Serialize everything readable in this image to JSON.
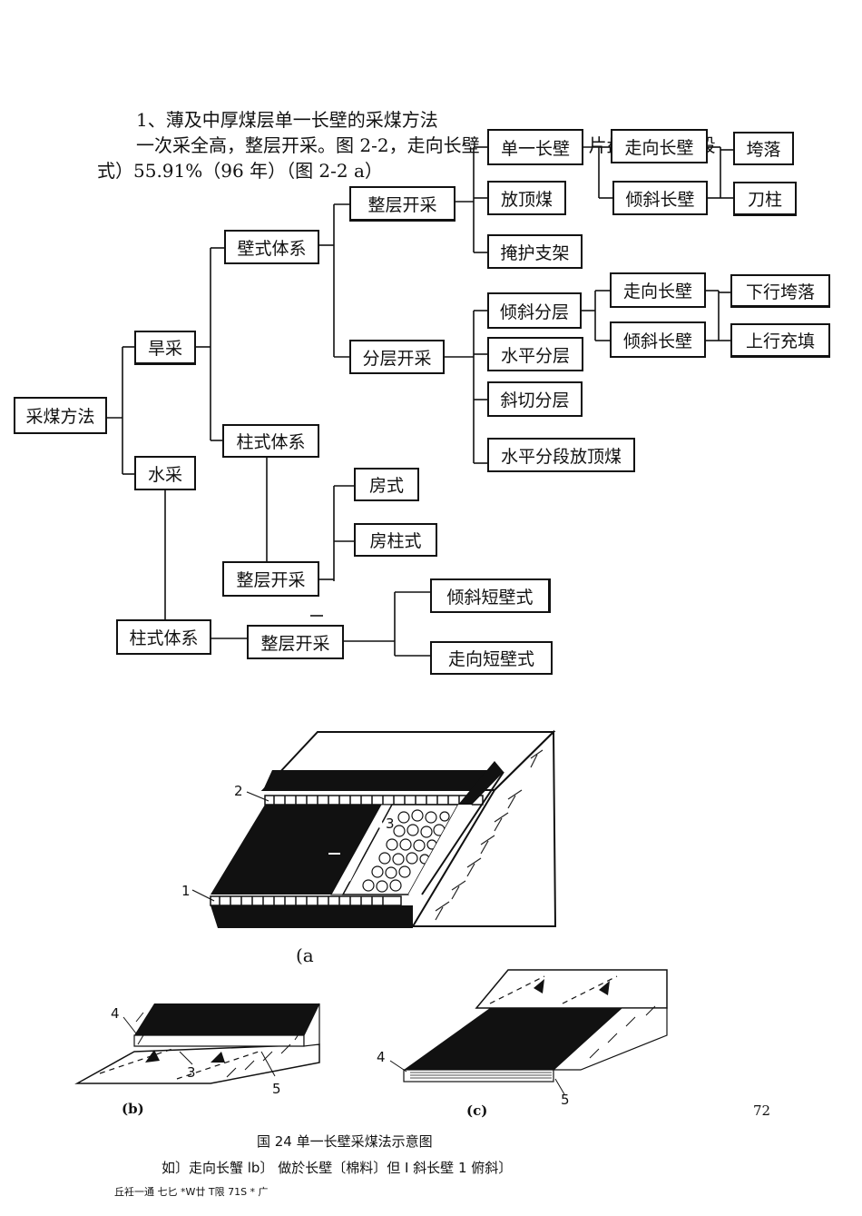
{
  "text": {
    "heading": "1、薄及中厚煤层单一长壁的采煤方法",
    "line1": "一次采全高，整层开采。图 2-2，走向长壁（分成区段，片盘斜井，分段",
    "line2": "式）55.91%（96 年）（图 2-2 a）"
  },
  "tree": {
    "root": "采煤方法",
    "dry": "旱采",
    "water": "水采",
    "wall_system": "壁式体系",
    "pillar_system": "柱式体系",
    "full_layer_1": "整层开采",
    "layered": "分层开采",
    "single_longwall": "单一长壁",
    "top_coal": "放顶煤",
    "shield": "掩护支架",
    "strike_longwall_1": "走向长壁",
    "incline_longwall_1": "倾斜长壁",
    "caving_1": "垮落",
    "pillar_knife": "刀柱",
    "incline_layer": "倾斜分层",
    "horizontal_layer": "水平分层",
    "oblique_layer": "斜切分层",
    "horizontal_top_coal": "水平分段放顶煤",
    "strike_longwall_2": "走向长壁",
    "incline_longwall_2": "倾斜长壁",
    "down_caving": "下行垮落",
    "up_fill": "上行充填",
    "full_layer_2": "整层开采",
    "room": "房式",
    "room_pillar": "房柱式",
    "water_pillar_system": "柱式体系",
    "full_layer_3": "整层开采",
    "incline_short": "倾斜短壁式",
    "strike_short": "走向短壁式"
  },
  "figure": {
    "label_a": "(a",
    "label_b": "(b)",
    "label_c": "(c)",
    "num1": "1",
    "num2": "2",
    "num3": "3",
    "num3b": "3",
    "num4": "4",
    "num4c": "4",
    "num5": "5",
    "num5c": "5"
  },
  "footer": {
    "page_number": "72",
    "caption": "国 24 单一长壁采煤法示意图",
    "subcaption": "如〕走向长蟹 lb〕 做於长壁〔棉料〕但 I 斜长壁 1 俯斜〕",
    "scan_note": "丘衽一通 七匕 *W廿 T限 71S * 广"
  }
}
